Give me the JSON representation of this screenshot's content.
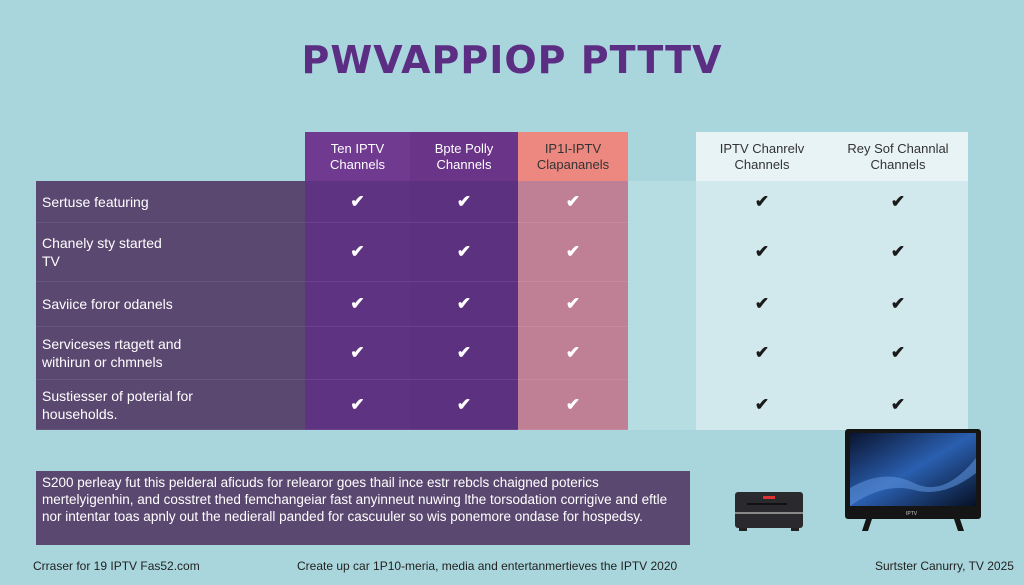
{
  "title": "PWVAPPIOP PTTTV",
  "columns": [
    {
      "label": "Ten IPTV\nChannels",
      "header_color": "#6f3a8f",
      "body_color": "#5e3382",
      "check_color": "#ffffff"
    },
    {
      "label": "Bpte Polly\nChannels",
      "header_color": "#6a3488",
      "body_color": "#5c3280",
      "check_color": "#ffffff"
    },
    {
      "label": "IP1I-IPTV\nClapananels",
      "header_color": "#ec8880",
      "body_color": "#bf7f95",
      "check_color": "#ffffff"
    },
    {
      "label": "IPTV Chanrelv\nChannels",
      "header_color": "#e8f3f5",
      "body_color": "#d1e8ed",
      "check_color": "#1a1a1a"
    },
    {
      "label": "Rey Sof Channlal\nChannels",
      "header_color": "#e8f3f5",
      "body_color": "#d1e8ed",
      "check_color": "#1a1a1a"
    }
  ],
  "rows": [
    {
      "label": "Sertuse featuring",
      "checks": [
        true,
        true,
        true,
        true,
        true
      ]
    },
    {
      "label": "Chanely sty started\nTV",
      "checks": [
        true,
        true,
        true,
        true,
        true
      ]
    },
    {
      "label": "Saviice foror odanels",
      "checks": [
        true,
        true,
        true,
        true,
        true
      ]
    },
    {
      "label": "Serviceses rtagett and\nwithirun or chmnels",
      "checks": [
        true,
        true,
        true,
        true,
        true
      ]
    },
    {
      "label": "Sustiesser of poterial for\nhouseholds.",
      "checks": [
        true,
        true,
        true,
        true,
        true
      ]
    }
  ],
  "check_symbol": "✔",
  "description": "S200 perleay fut this pelderal aficuds for relearor goes thail ince estr rebcls chaigned poterics mertelyigenhin, and cosstret thed femchangeiar fast anyinneut nuwing lthe torsodation corrigive and eftle nor intentar toas apnly out the nedierall panded for cascuuler so wis ponemore ondase for hospedsy.",
  "tv_brand": "IPTV",
  "footer": {
    "left": "Crraser for 19 IPTV Fas52.com",
    "center": "Create up car 1P10-meria, media and entertanmertieves the IPTV 2020",
    "right": "Surtster Canurry, TV 2025"
  }
}
